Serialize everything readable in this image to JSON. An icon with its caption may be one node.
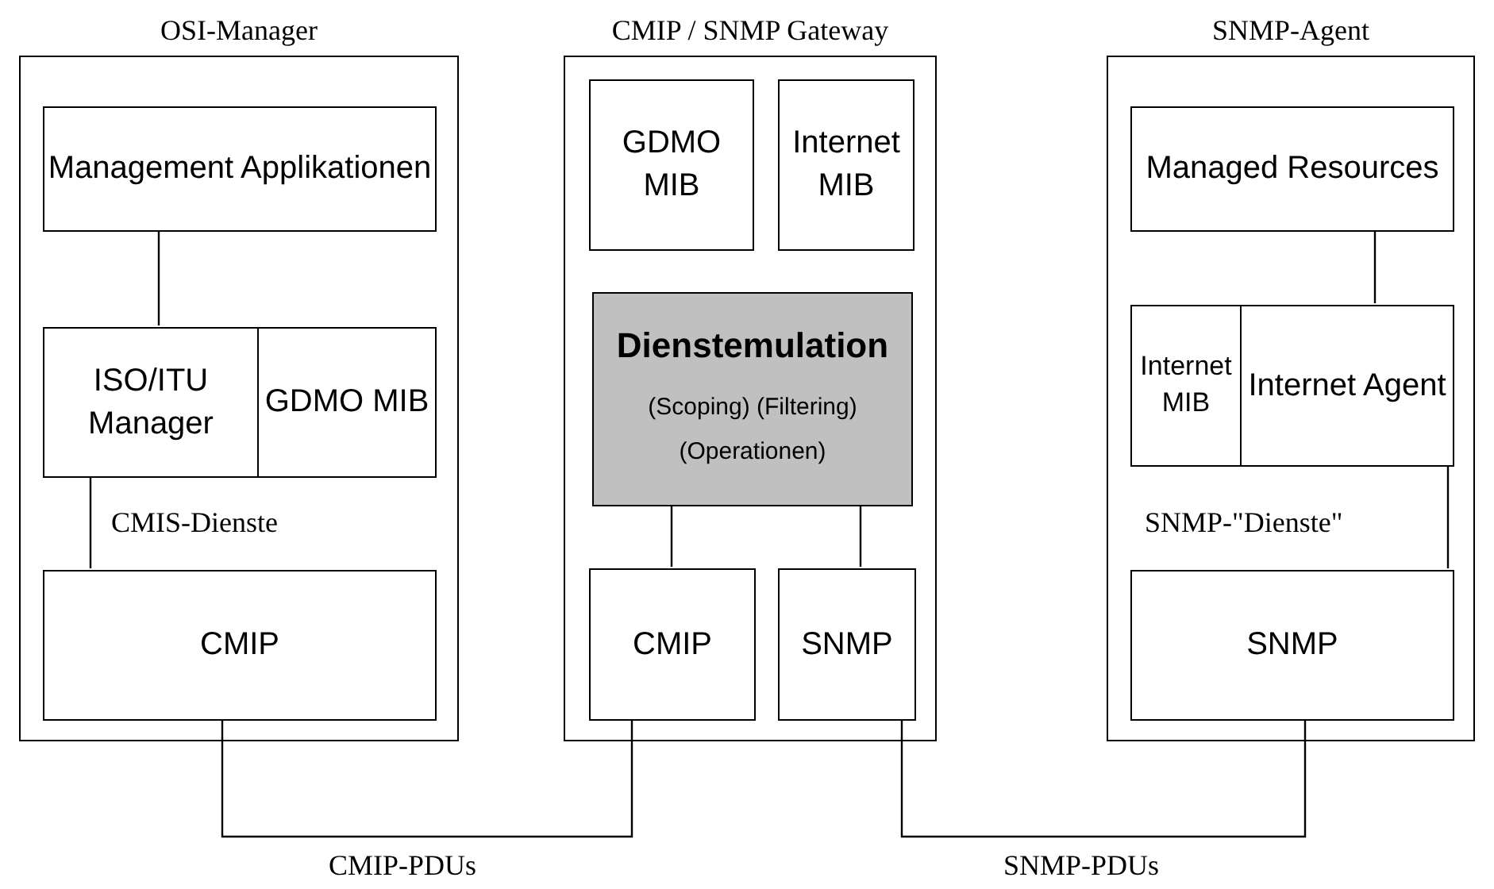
{
  "diagram": {
    "nodes": [
      {
        "text": [
          "OSI-Manager"
        ]
      },
      {
        "text": [
          "Management Applikationen"
        ],
        "in": 0
      },
      {
        "text": [
          "ISO/ITU Manager"
        ],
        "in": 0
      },
      {
        "text": [
          "GDMO MIB"
        ],
        "in": 0
      },
      {
        "text": [
          "CMIP"
        ],
        "in": 0
      },
      {
        "text": [
          "CMIP / SNMP Gateway"
        ]
      },
      {
        "text": [
          "GDMO MIB"
        ],
        "in": 5
      },
      {
        "text": [
          "Internet MIB"
        ],
        "in": 5
      },
      {
        "text": [
          "Dienstemulation",
          "(Scoping) (Filtering)",
          "(Operationen)"
        ],
        "in": 5
      },
      {
        "text": [
          "CMIP"
        ],
        "in": 5
      },
      {
        "text": [
          "SNMP"
        ],
        "in": 5
      },
      {
        "text": [
          "SNMP-Agent"
        ]
      },
      {
        "text": [
          "Managed Resources"
        ],
        "in": 11
      },
      {
        "text": [
          "Internet MIB"
        ],
        "in": 11
      },
      {
        "text": [
          "Internet Agent"
        ],
        "in": 11
      },
      {
        "text": [
          "SNMP"
        ],
        "in": 11
      }
    ],
    "edges": [
      {
        "from": 1,
        "to": 2,
        "arrow": "none"
      },
      {
        "from": 2,
        "to": 4,
        "arrow": "none",
        "label": "CMIS-Dienste"
      },
      {
        "from": 8,
        "to": 9,
        "arrow": "none"
      },
      {
        "from": 8,
        "to": 10,
        "arrow": "none"
      },
      {
        "from": 12,
        "to": 14,
        "arrow": "none"
      },
      {
        "from": 14,
        "to": 15,
        "arrow": "none",
        "label": "SNMP-\"Dienste\""
      },
      {
        "from": 4,
        "to": 9,
        "arrow": "none",
        "label": "CMIP-PDUs"
      },
      {
        "from": 10,
        "to": 15,
        "arrow": "none",
        "label": "SNMP-PDUs"
      }
    ]
  }
}
